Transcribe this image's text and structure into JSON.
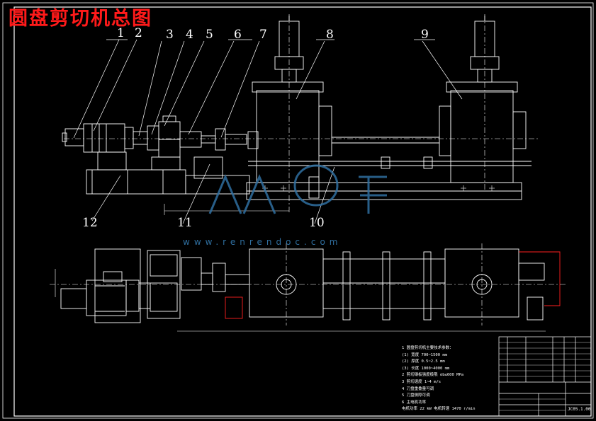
{
  "title": "圆盘剪切机总图",
  "callouts": [
    "1",
    "2",
    "3",
    "4",
    "5",
    "6",
    "7",
    "8",
    "9",
    "10",
    "11",
    "12"
  ],
  "watermark": "www.renrendoc.com",
  "notes": [
    "1  圆盘剪切机主要技术参数：",
    "(1) 宽度  700~1500 mm",
    "(2) 厚度  0.5~2.5 mm",
    "(3) 长度  1000~4000 mm",
    "2  剪切钢板强度极限 σb≤600 MPa",
    "3  剪切速度  1~4 m/s",
    "4  刀盘重叠量可调",
    "5  刀盘侧隙可调",
    "6  主电机功率",
    "   电机功率  22 kW  电机转速  1470 r/min"
  ],
  "drawing_number": "JC05.1.00",
  "colors": {
    "line": "#ffffff",
    "accent": "#ff1a1a",
    "watermark": "#2f6fa0"
  }
}
